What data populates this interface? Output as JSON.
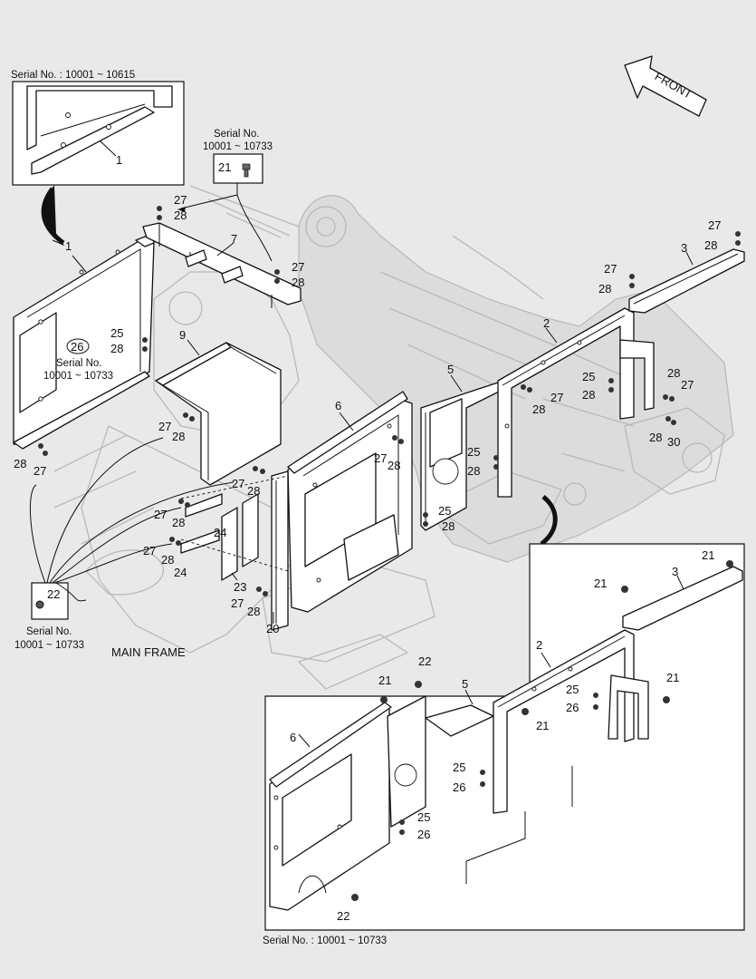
{
  "detail_serial_top": "Serial No. : 10001 ~ 10615",
  "serial_box_mid": {
    "line1": "Serial No.",
    "line2": "10001 ~ 10733",
    "part": "21"
  },
  "serial_left_26": {
    "circled": "26",
    "line1": "Serial No.",
    "line2": "10001 ~ 10733"
  },
  "serial_box_bottom_left": {
    "part": "22",
    "line1": "Serial No.",
    "line2": "10001 ~ 10733"
  },
  "front_label": "FRONT",
  "main_frame_label": "MAIN FRAME",
  "detail_serial_bottom": "Serial No. : 10001 ~ 10733",
  "callouts": {
    "n1": "1",
    "n2": "2",
    "n3": "3",
    "n5": "5",
    "n6": "6",
    "n7": "7",
    "n9": "9",
    "n20": "20",
    "n21": "21",
    "n22": "22",
    "n23": "23",
    "n24": "24",
    "n25": "25",
    "n26": "26",
    "n27": "27",
    "n28": "28",
    "n30": "30"
  },
  "icons": [
    "front-arrow-icon",
    "bolt-icon",
    "washer-icon",
    "leader-arrow-icon"
  ]
}
